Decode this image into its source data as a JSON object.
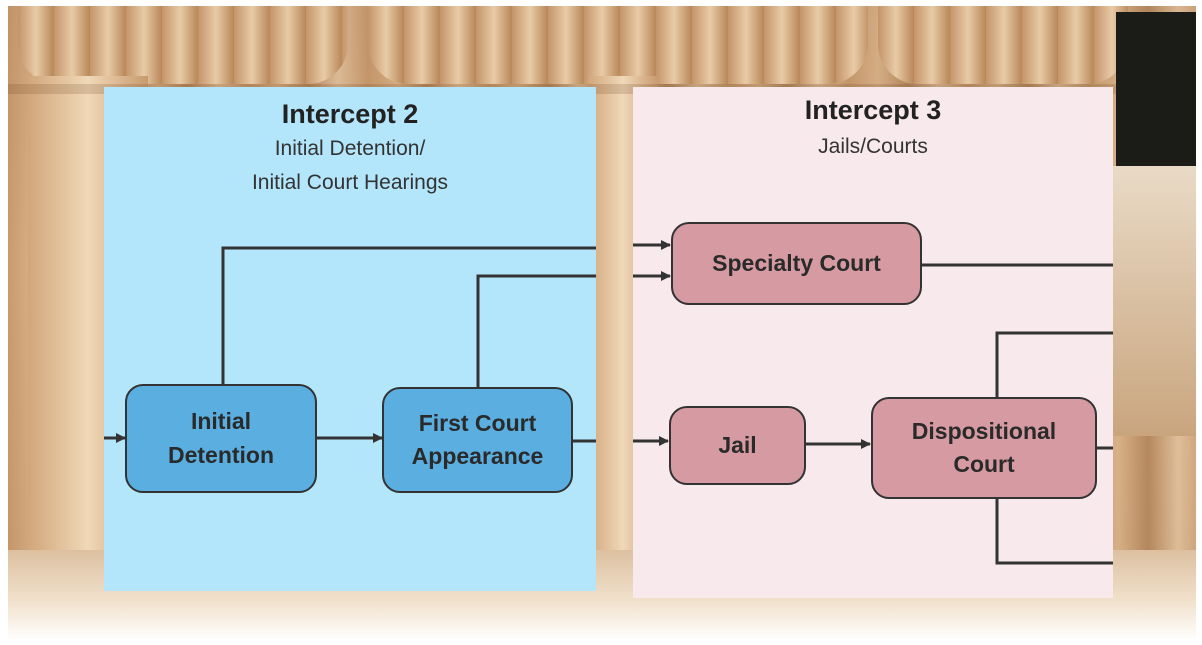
{
  "intercept2": {
    "title": "Intercept 2",
    "subtitle_line1": "Initial Detention/",
    "subtitle_line2": "Initial Court Hearings",
    "color": "#b3e5fb"
  },
  "intercept3": {
    "title": "Intercept 3",
    "subtitle": "Jails/Courts",
    "color": "#f7e9ec"
  },
  "nodes": {
    "initial_detention": {
      "line1": "Initial",
      "line2": "Detention",
      "color": "#5aaee0"
    },
    "first_court_appearance": {
      "line1": "First Court",
      "line2": "Appearance",
      "color": "#5aaee0"
    },
    "specialty_court": {
      "label": "Specialty Court",
      "color": "#d69aa3"
    },
    "jail": {
      "label": "Jail",
      "color": "#d69aa3"
    },
    "dispositional_court": {
      "line1": "Dispositional",
      "line2": "Court",
      "color": "#d69aa3"
    }
  }
}
